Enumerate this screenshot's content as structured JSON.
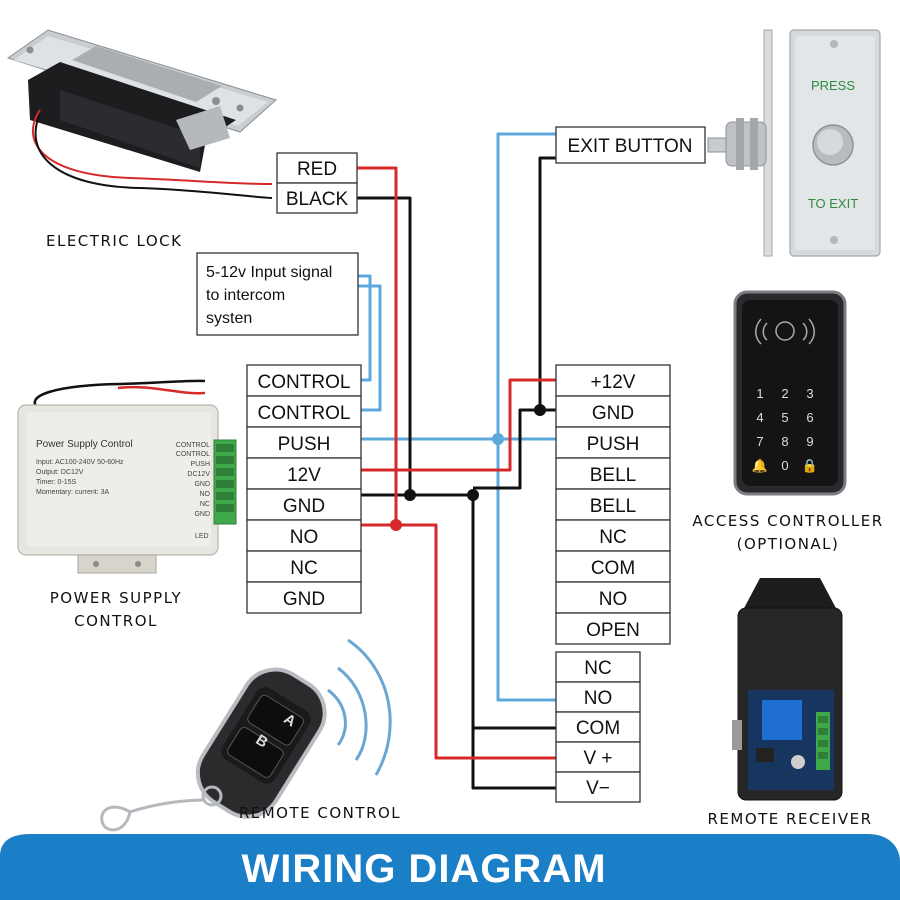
{
  "colors": {
    "red_wire": "#d62a2a",
    "black_wire": "#111111",
    "blue_wire": "#5ca8dc",
    "banner": "#1b7fc8",
    "banner_text": "#ffffff",
    "press_text": "#2e8a3c",
    "terminal_green": "#3fa84b"
  },
  "lock": {
    "caption": "ELECTRIC LOCK",
    "terminals": [
      "RED",
      "BLACK"
    ]
  },
  "intercom_note": {
    "lines": [
      "5-12v Input signal",
      "to intercom",
      "systen"
    ]
  },
  "power_supply": {
    "caption_lines": [
      "POWER SUPPLY",
      "CONTROL"
    ],
    "label": "Power Supply Control",
    "specs": [
      "Input: AC100-240V 50-60Hz",
      "Output: DC12V",
      "Timer: 0-15S",
      "Momentary: current: 3A"
    ],
    "side_labels": [
      "CONTROL",
      "CONTROL",
      "PUSH",
      "DC12V",
      "GND",
      "NO",
      "NC",
      "GND"
    ],
    "led_label": "LED",
    "terminals": [
      "CONTROL",
      "CONTROL",
      "PUSH",
      "12V",
      "GND",
      "NO",
      "NC",
      "GND"
    ]
  },
  "exit_button": {
    "label": "EXIT BUTTON",
    "plate_top": "PRESS",
    "plate_bottom": "TO EXIT"
  },
  "access_controller": {
    "caption_lines": [
      "ACCESS CONTROLLER",
      "(OPTIONAL)"
    ],
    "keys": [
      "1",
      "2",
      "3",
      "4",
      "5",
      "6",
      "7",
      "8",
      "9",
      "🔔",
      "0",
      "🔒"
    ],
    "terminals": [
      "+12V",
      "GND",
      "PUSH",
      "BELL",
      "BELL",
      "NC",
      "COM",
      "NO",
      "OPEN"
    ]
  },
  "remote_control": {
    "caption": "REMOTE CONTROL",
    "buttons": [
      "A",
      "B"
    ]
  },
  "remote_receiver": {
    "caption": "REMOTE RECEIVER",
    "terminals": [
      "NC",
      "NO",
      "COM",
      "V +",
      "V−"
    ]
  },
  "banner": {
    "title": "WIRING DIAGRAM"
  }
}
